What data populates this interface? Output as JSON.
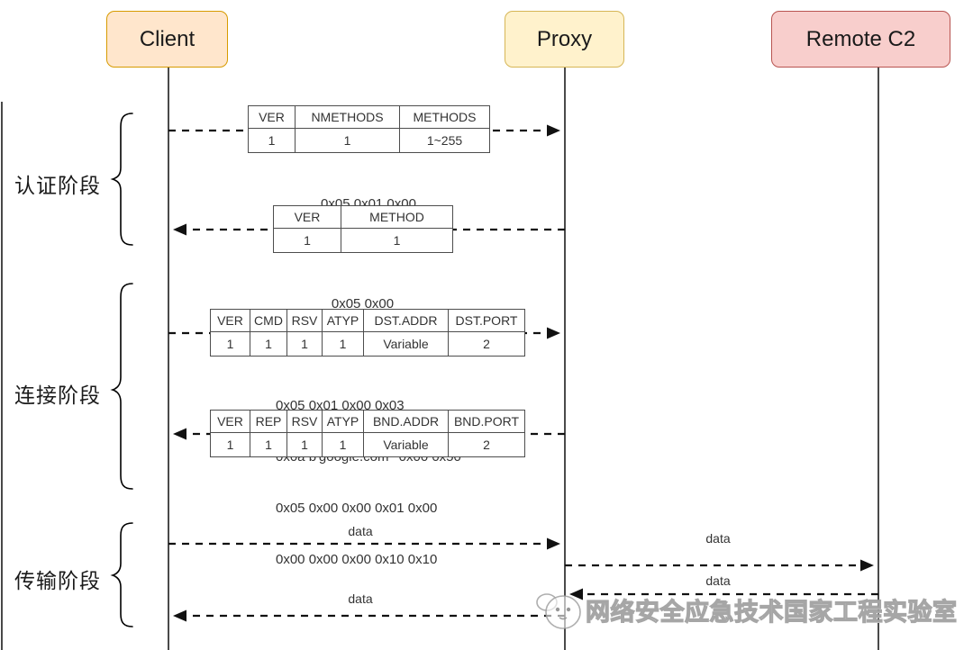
{
  "actors": {
    "client": {
      "label": "Client"
    },
    "proxy": {
      "label": "Proxy"
    },
    "remote_c2": {
      "label": "Remote C2"
    }
  },
  "phases": {
    "auth": {
      "label": "认证阶段"
    },
    "connect": {
      "label": "连接阶段"
    },
    "transfer": {
      "label": "传输阶段"
    }
  },
  "tables": {
    "auth_request": {
      "headers": [
        "VER",
        "NMETHODS",
        "METHODS"
      ],
      "values": [
        "1",
        "1",
        "1~255"
      ],
      "caption_lines": [
        "0x05 0x01 0x00"
      ]
    },
    "auth_reply": {
      "headers": [
        "VER",
        "METHOD"
      ],
      "values": [
        "1",
        "1"
      ],
      "caption_lines": [
        "0x05 0x00"
      ]
    },
    "connect_request": {
      "headers": [
        "VER",
        "CMD",
        "RSV",
        "ATYP",
        "DST.ADDR",
        "DST.PORT"
      ],
      "values": [
        "1",
        "1",
        "1",
        "1",
        "Variable",
        "2"
      ],
      "caption_lines": [
        "0x05 0x01 0x00 0x03",
        "0x0a b'google.com'  0x00 0x50"
      ]
    },
    "connect_reply": {
      "headers": [
        "VER",
        "REP",
        "RSV",
        "ATYP",
        "BND.ADDR",
        "BND.PORT"
      ],
      "values": [
        "1",
        "1",
        "1",
        "1",
        "Variable",
        "2"
      ],
      "caption_lines": [
        "0x05 0x00 0x00 0x01 0x00",
        "0x00 0x00 0x00 0x10 0x10"
      ]
    }
  },
  "data_flow": {
    "client_to_proxy": "data",
    "proxy_to_remote": "data",
    "remote_to_proxy": "data",
    "proxy_to_client": "data"
  },
  "watermark": {
    "text": "网络安全应急技术国家工程实验室"
  },
  "colors": {
    "client_fill": "#ffe6cc",
    "client_border": "#d79b00",
    "proxy_fill": "#fff2cc",
    "proxy_border": "#d6b656",
    "remote_fill": "#f8cecc",
    "remote_border": "#b85450",
    "line": "#4a4a4a",
    "arrow": "#111111",
    "table_border": "#4d4d4d"
  }
}
